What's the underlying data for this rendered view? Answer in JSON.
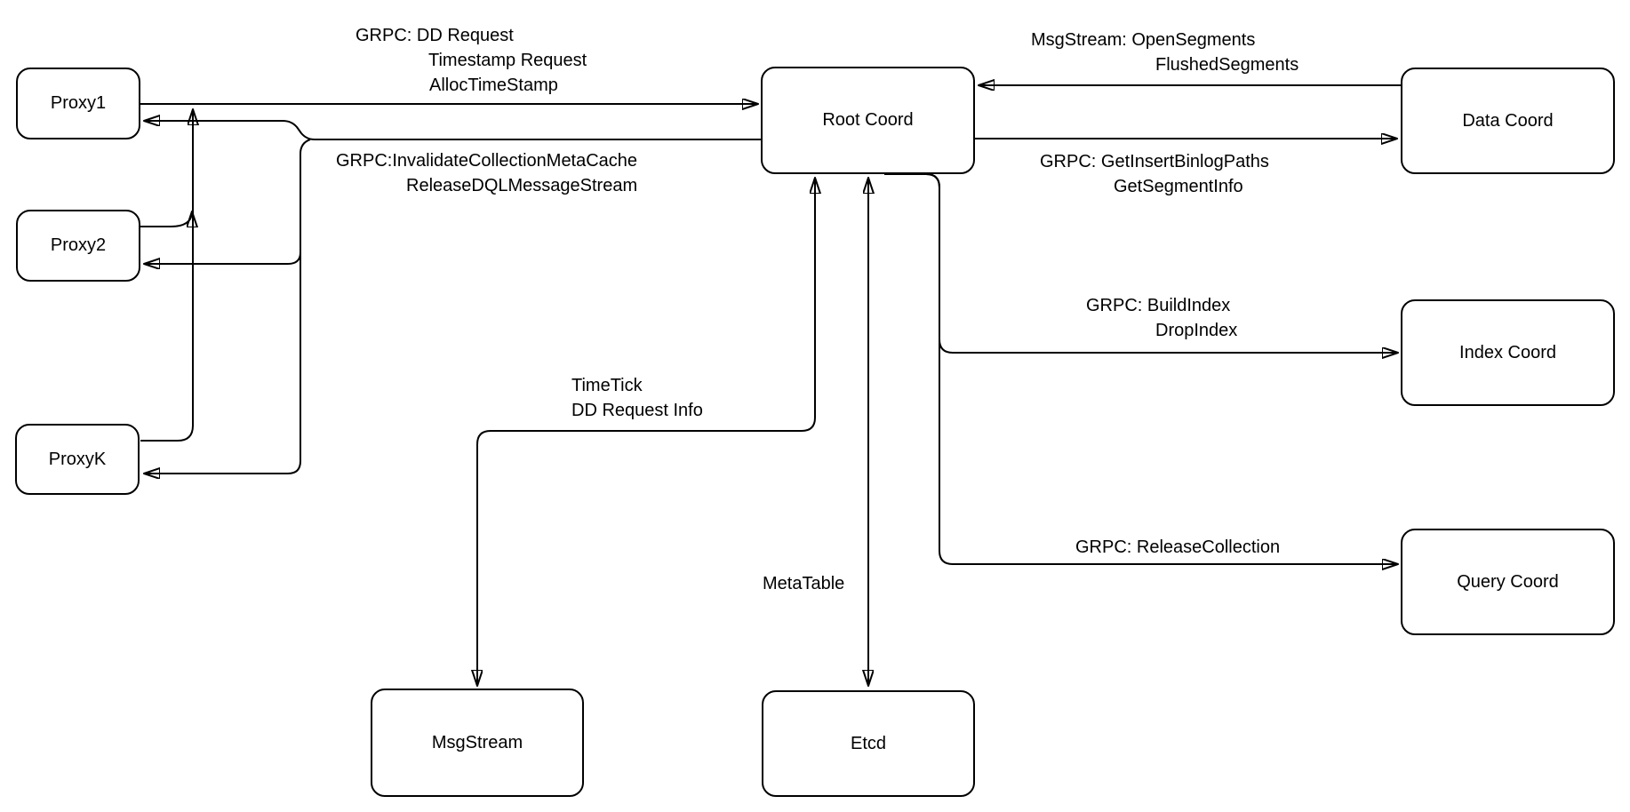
{
  "diagram": {
    "colors": {
      "stroke": "#000000",
      "node_fill": "#ffffff",
      "background": "#ffffff",
      "text": "#000000"
    },
    "nodes": {
      "proxy1": {
        "label": "Proxy1"
      },
      "proxy2": {
        "label": "Proxy2"
      },
      "proxyk": {
        "label": "ProxyK"
      },
      "root_coord": {
        "label": "Root Coord"
      },
      "data_coord": {
        "label": "Data Coord"
      },
      "index_coord": {
        "label": "Index Coord"
      },
      "query_coord": {
        "label": "Query Coord"
      },
      "msg_stream": {
        "label": "MsgStream"
      },
      "etcd": {
        "label": "Etcd"
      }
    },
    "edge_labels": {
      "proxy_to_root_coord": {
        "lines": [
          "GRPC: DD Request",
          "Timestamp Request",
          "AllocTimeStamp"
        ]
      },
      "root_coord_to_proxy": {
        "lines": [
          "GRPC:InvalidateCollectionMetaCache",
          "ReleaseDQLMessageStream"
        ]
      },
      "root_coord_to_msgstream": {
        "lines": [
          "TimeTick",
          "DD Request Info"
        ]
      },
      "root_coord_to_etcd": {
        "lines": [
          "MetaTable"
        ]
      },
      "data_coord_to_root_coord": {
        "lines": [
          "MsgStream: OpenSegments",
          "FlushedSegments"
        ]
      },
      "root_coord_to_data_coord": {
        "lines": [
          "GRPC: GetInsertBinlogPaths",
          "GetSegmentInfo"
        ]
      },
      "root_coord_to_index_coord": {
        "lines": [
          "GRPC: BuildIndex",
          "DropIndex"
        ]
      },
      "root_coord_to_query_coord": {
        "lines": [
          "GRPC: ReleaseCollection"
        ]
      }
    }
  }
}
